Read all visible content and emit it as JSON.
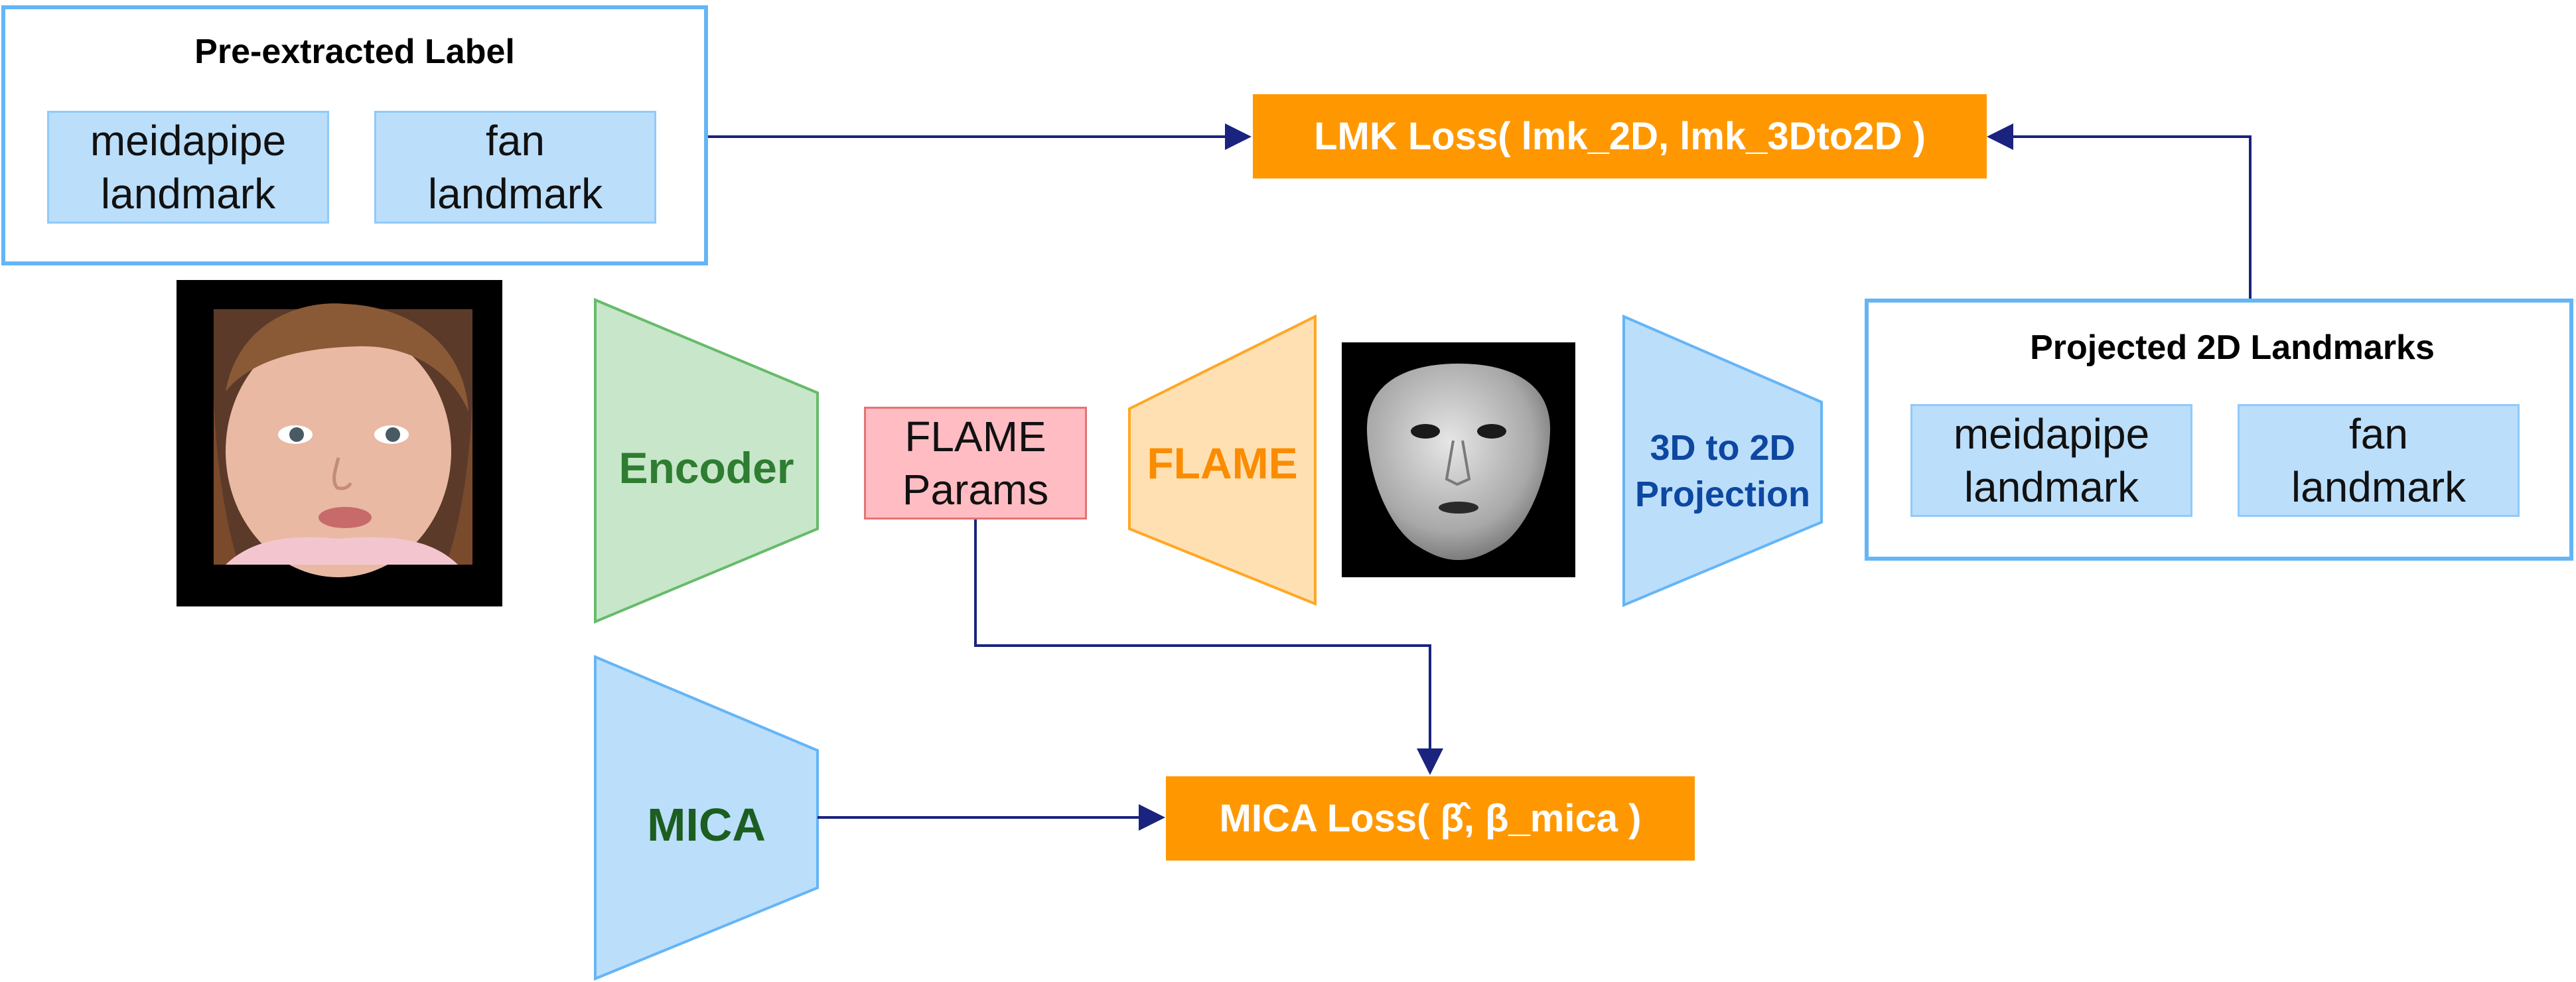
{
  "pre_extracted": {
    "title": "Pre-extracted Label",
    "items": [
      {
        "label": "meidapipe\nlandmark"
      },
      {
        "label": "fan\nlandmark"
      }
    ]
  },
  "projected": {
    "title": "Projected 2D Landmarks",
    "items": [
      {
        "label": "meidapipe\nlandmark"
      },
      {
        "label": "fan\nlandmark"
      }
    ]
  },
  "losses": {
    "lmk": "LMK Loss( lmk_2D, lmk_3Dto2D )",
    "mica": "MICA Loss( β̂, β_mica )"
  },
  "modules": {
    "encoder": "Encoder",
    "flame_params": "FLAME\nParams",
    "flame": "FLAME",
    "projection": "3D to 2D\nProjection",
    "mica": "MICA"
  },
  "colors": {
    "group_border": "#64b5f6",
    "landmark_fill": "#bbdefb",
    "loss_fill": "#ff9800",
    "params_fill": "#ffbcc3",
    "encoder_fill": "#c8e6c9",
    "flame_fill": "#ffe0b2",
    "blue_trap_fill": "#bbdefb",
    "arrow": "#1a237e"
  }
}
